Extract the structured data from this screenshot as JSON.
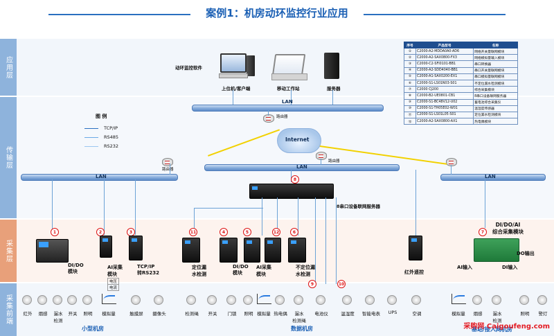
{
  "header": {
    "title": "案例1：机房动环监控行业应用"
  },
  "layers": [
    {
      "label": "应用层",
      "color": "#8eb3dc"
    },
    {
      "label": "传输层",
      "color": "#8eb3dc"
    },
    {
      "label": "采集层",
      "color": "#e8a07a"
    },
    {
      "label": "采集前端",
      "color": "#8eb3dc"
    }
  ],
  "app_layer": {
    "software_label": "动环监控软件",
    "client_label": "上位机/客户端",
    "workstation_label": "移动工作站",
    "server_label": "服务器"
  },
  "network": {
    "lan_top": "LAN",
    "lan_mid": "LAN",
    "lan_left": "LAN",
    "lan_right": "LAN",
    "internet": "Internet",
    "router_1": "路由器",
    "router_2": "路由器",
    "router_3": "路由器"
  },
  "legend": {
    "title": "图  例",
    "items": [
      {
        "label": "TCP/IP",
        "color": "#2a6fc0"
      },
      {
        "label": "RS485",
        "color": "#69a9e6"
      },
      {
        "label": "RS232",
        "color": "#9bc6f0"
      }
    ]
  },
  "product_table": {
    "headers": [
      "序号",
      "产品型号",
      "名称"
    ],
    "rows": [
      [
        "①",
        "C2000-A2-MDDA0A0-AD6",
        "网络开关量联网模块"
      ],
      [
        "②",
        "C2000-A2-SAX0800-FX3",
        "网络模拟量输入模块"
      ],
      [
        "③",
        "C2000-C2-SFI0101-BB1",
        "串口转换器"
      ],
      [
        "④",
        "C2000-A2-SDD4040-BB1",
        "串口开关量联网模块"
      ],
      [
        "⑤",
        "C2000-A1-SAX0200-EX1",
        "串口模拟量联网模块"
      ],
      [
        "⑥",
        "C2000-S1-LS01N03-S01",
        "不定位漏水检测模块"
      ],
      [
        "⑦",
        "C2000 CJ200",
        "综合采集模块"
      ],
      [
        "⑧",
        "C2000-B2-UE0801-CB1",
        "8串口设备联网服务器"
      ],
      [
        "⑨",
        "C2000-S1-BC48V12-U02",
        "蓄电池综合采集仪"
      ],
      [
        "⑩",
        "C2000-S1-TH05E02-W01",
        "温湿度传感器"
      ],
      [
        "⑪",
        "C2000-S1-LS01L05-S01",
        "定位漏水检测模块"
      ],
      [
        "⑫",
        "C2000-A2-SAX0800-AX1",
        "热电偶模块"
      ]
    ]
  },
  "server_box": {
    "label": "8串口设备联网服务器",
    "num": "8"
  },
  "acquisition": {
    "m1_num": "1",
    "m1_label": "DI/DO\n模块",
    "m2_num": "2",
    "m2_label": "AI采集\n模块",
    "m2_sub1": "电压",
    "m2_sub2": "电流",
    "m3_num": "3",
    "m3_label": "TCP/IP\n转RS232",
    "m11_num": "11",
    "m11_label": "定位漏\n水检测",
    "m4_num": "4",
    "m4_label": "DI/DO\n模块",
    "m5_num": "5",
    "m5_label": "AI采集\n模块",
    "m12_num": "12",
    "m6_num": "6",
    "m6_label": "不定位漏\n水检测",
    "m7_num": "7",
    "m7_label": "DI/DO/AI\n综合采集模块",
    "ai_in": "AI输入",
    "di_in": "DI输入",
    "do_out": "DO输出",
    "ir_label": "红外遥控",
    "m9_num": "9",
    "m10_num": "10"
  },
  "frontend": {
    "small": [
      "红外",
      "烟感",
      "漏水\n检测",
      "开关",
      "照明",
      "模拟量",
      "触摸屏",
      "摄像头"
    ],
    "data": [
      "检测绳",
      "开关",
      "门锁",
      "照明",
      "模拟量",
      "热电偶",
      "漏水\n检测绳",
      "电池仪",
      "温湿度",
      "智能电表",
      "UPS",
      "空调"
    ],
    "base": [
      "模拟量",
      "烟感",
      "漏水\n检测",
      "照明",
      "警灯"
    ]
  },
  "groups": {
    "small": "小型机房",
    "data": "数据机房",
    "base": "基站/接入网机房"
  },
  "watermark": "采购网 Caigoufeng.com"
}
